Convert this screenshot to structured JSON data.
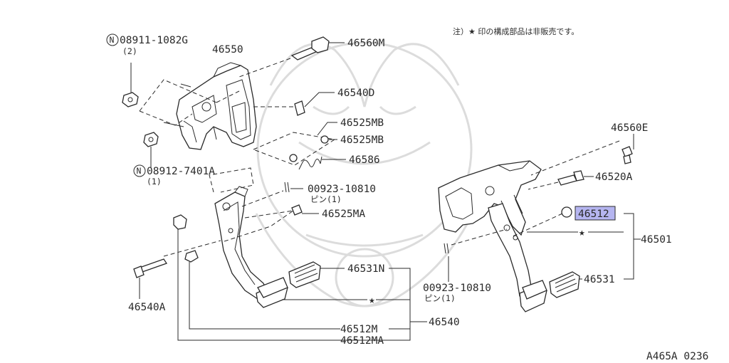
{
  "note": "注）★ 印の構成部品は非販売です。",
  "figure_code": "A465A 0236",
  "symbols": {
    "star": "★",
    "n_marker": "N"
  },
  "colors": {
    "highlight": "#b5b5f0",
    "line": "#2a2a2a"
  },
  "labels": {
    "l08911": "08911-1082G",
    "l08911_qty": "(2)",
    "l46550": "46550",
    "l46560M": "46560M",
    "l46540D": "46540D",
    "l46525MB_1": "46525MB",
    "l46525MB_2": "46525MB",
    "l46586": "46586",
    "l08912": "08912-7401A",
    "l08912_qty": "(1)",
    "l00923_left": "00923-10810",
    "l00923_left_sub": "ピン(1)",
    "l46525MA": "46525MA",
    "l46540A": "46540A",
    "l46531N": "46531N",
    "l46512M": "46512M",
    "l46512MA": "46512MA",
    "l46540": "46540",
    "l46560E": "46560E",
    "l46520A": "46520A",
    "l46512": "46512",
    "l46501": "46501",
    "l00923_right": "00923-10810",
    "l00923_right_sub": "ピン(1)",
    "l46531": "46531"
  }
}
